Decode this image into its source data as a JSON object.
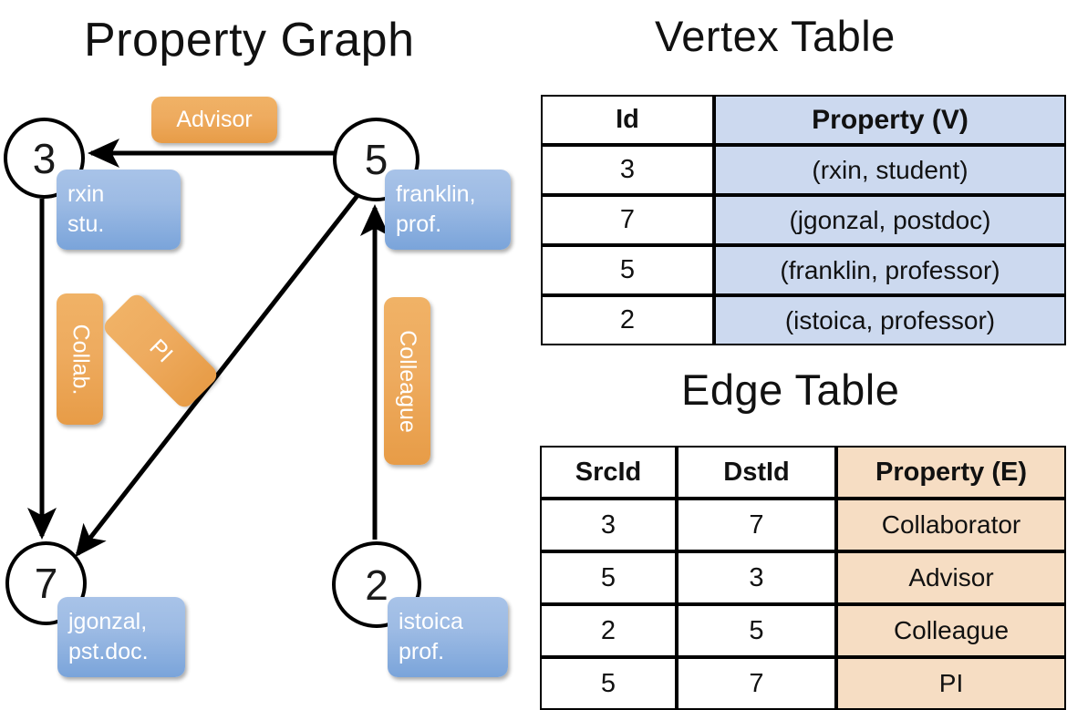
{
  "titles": {
    "property_graph": "Property Graph",
    "vertex_table": "Vertex Table",
    "edge_table": "Edge Table"
  },
  "graph": {
    "nodes": [
      {
        "id": "3",
        "label": "3",
        "property_lines": [
          "rxin",
          "stu."
        ]
      },
      {
        "id": "5",
        "label": "5",
        "property_lines": [
          "franklin,",
          "prof."
        ]
      },
      {
        "id": "7",
        "label": "7",
        "property_lines": [
          "jgonzal,",
          "pst.doc."
        ]
      },
      {
        "id": "2",
        "label": "2",
        "property_lines": [
          "istoica",
          "prof."
        ]
      }
    ],
    "edge_labels": [
      {
        "name": "advisor",
        "text": "Advisor"
      },
      {
        "name": "collab",
        "text": "Collab."
      },
      {
        "name": "pi",
        "text": "PI"
      },
      {
        "name": "colleague",
        "text": "Colleague"
      }
    ]
  },
  "vertex_table": {
    "headers": [
      "Id",
      "Property (V)"
    ],
    "rows": [
      {
        "id": "3",
        "property": "(rxin, student)"
      },
      {
        "id": "7",
        "property": "(jgonzal, postdoc)"
      },
      {
        "id": "5",
        "property": "(franklin, professor)"
      },
      {
        "id": "2",
        "property": "(istoica, professor)"
      }
    ]
  },
  "edge_table": {
    "headers": [
      "SrcId",
      "DstId",
      "Property (E)"
    ],
    "rows": [
      {
        "src": "3",
        "dst": "7",
        "property": "Collaborator"
      },
      {
        "src": "5",
        "dst": "3",
        "property": "Advisor"
      },
      {
        "src": "2",
        "dst": "5",
        "property": "Colleague"
      },
      {
        "src": "5",
        "dst": "7",
        "property": "PI"
      }
    ]
  },
  "colors": {
    "vertex_property_fill": "#ccd9ef",
    "edge_property_fill": "#f6ddc3",
    "node_box_blue": "#8fb2e0",
    "edge_box_orange": "#eeab5f",
    "stroke": "#000000",
    "background": "#ffffff"
  }
}
